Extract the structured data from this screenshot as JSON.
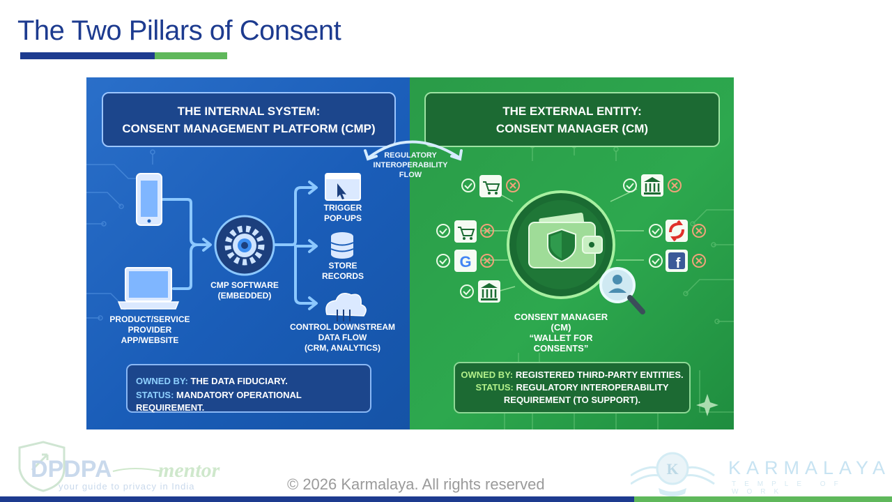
{
  "slide": {
    "title": "The Two Pillars of Consent",
    "copyright": "© 2026 Karmalaya. All rights reserved"
  },
  "left": {
    "header_line1": "THE INTERNAL SYSTEM:",
    "header_line2": "CONSENT MANAGEMENT PLATFORM (CMP)",
    "device_label": [
      "PRODUCT/SERVICE",
      "PROVIDER",
      "APP/WEBSITE"
    ],
    "cmp_label": [
      "CMP SOFTWARE",
      "(EMBEDDED)"
    ],
    "trigger_label": [
      "TRIGGER",
      "POP-UPS"
    ],
    "store_label": [
      "STORE",
      "RECORDS"
    ],
    "control_label": [
      "CONTROL DOWNSTREAM",
      "DATA FLOW",
      "(CRM, ANALYTICS)"
    ],
    "owned_key": "OWNED BY:",
    "owned_value": "THE DATA FIDUCIARY.",
    "status_key": "STATUS:",
    "status_value": "MANDATORY OPERATIONAL REQUIREMENT."
  },
  "middle": {
    "flow_label": [
      "REGULATORY",
      "INTEROPERABILITY",
      "FLOW"
    ]
  },
  "right": {
    "header_line1": "THE EXTERNAL ENTITY:",
    "header_line2": "CONSENT MANAGER (CM)",
    "wallet_label": [
      "CONSENT MANAGER (CM)",
      "“WALLET FOR CONSENTS”"
    ],
    "owned_key": "OWNED BY:",
    "owned_value": "REGISTERED THIRD-PARTY ENTITIES.",
    "status_key": "STATUS:",
    "status_value_1": "REGULATORY INTEROPERABILITY",
    "status_value_2": "REQUIREMENT (TO SUPPORT).",
    "service_icons": [
      "cart-icon",
      "bank-icon",
      "cart-icon",
      "sync-icon",
      "google-icon",
      "facebook-icon",
      "bank-icon"
    ]
  },
  "footer": {
    "left_logo_text_1": "DPDPA",
    "left_logo_text_2": "mentor",
    "left_logo_tagline": "your guide to privacy in India",
    "right_logo_name": "KARMALAYA",
    "right_logo_tagline": "TEMPLE OF WORK"
  },
  "colors": {
    "title_blue": "#1d3b8f",
    "accent_green": "#5fb85b",
    "left_panel": "#1a5db8",
    "right_panel": "#2da84e"
  }
}
